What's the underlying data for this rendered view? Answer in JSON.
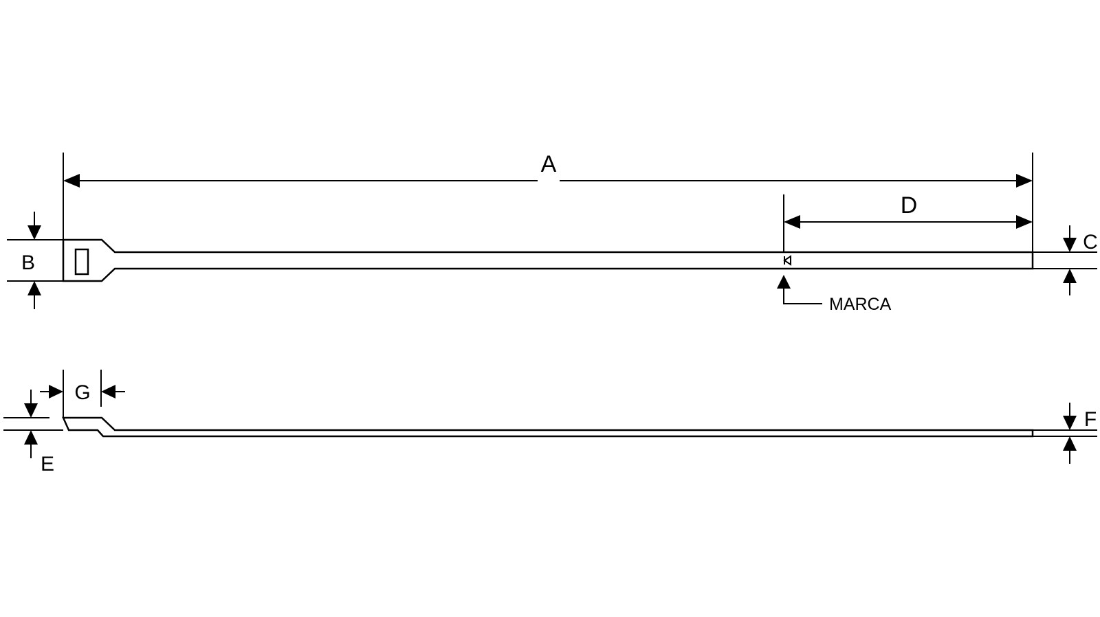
{
  "labels": {
    "A": "A",
    "B": "B",
    "C": "C",
    "D": "D",
    "E": "E",
    "F": "F",
    "G": "G",
    "marca": "MARCA"
  },
  "colors": {
    "line": "#000000",
    "background": "#ffffff"
  }
}
